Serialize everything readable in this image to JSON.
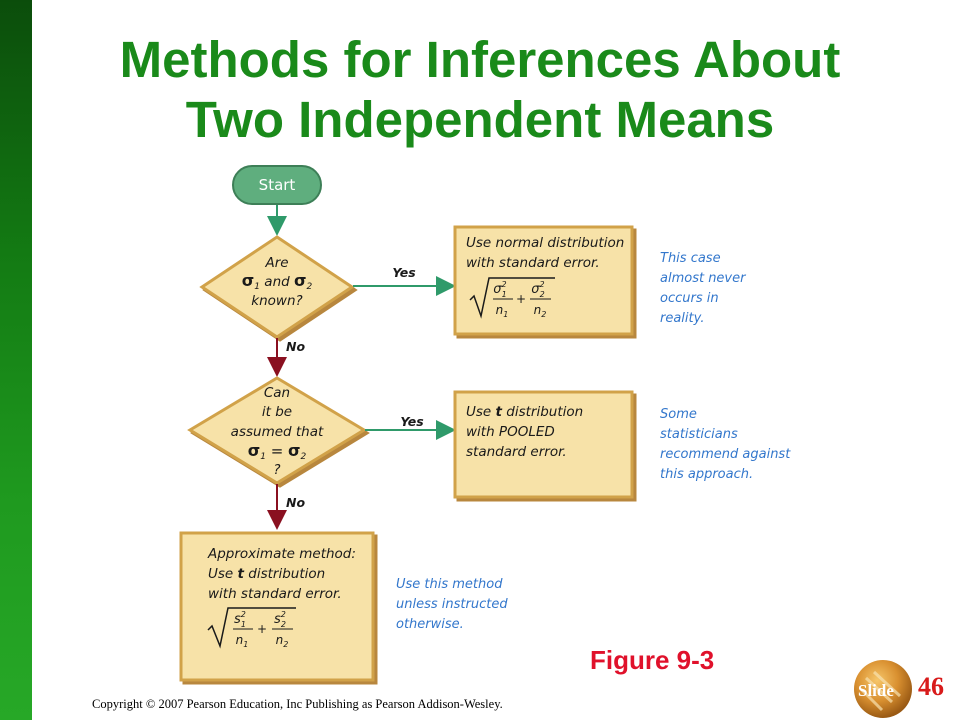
{
  "title": {
    "line1": "Methods for Inferences About",
    "line2": "Two Independent Means"
  },
  "flowchart": {
    "start": "Start",
    "decision1": {
      "line1": "Are",
      "line2_a": "σ",
      "line2_sub_a": "1",
      "line2_mid": " and ",
      "line2_b": "σ",
      "line2_sub_b": "2",
      "line3": "known?"
    },
    "decision2": {
      "line1": "Can",
      "line2": "it be",
      "line3": "assumed that",
      "line4_a": "σ",
      "line4_sub_a": "1",
      "line4_eq": " = ",
      "line4_b": "σ",
      "line4_sub_b": "2",
      "line5": "?"
    },
    "yes_label": "Yes",
    "no_label": "No",
    "box1": {
      "line1": "Use normal distribution",
      "line2": "with standard error.",
      "formula": {
        "num1": "σ",
        "sup1": "2",
        "sub1": "1",
        "den1": "n",
        "dsub1": "1",
        "plus": "+",
        "num2": "σ",
        "sup2": "2",
        "sub2": "2",
        "den2": "n",
        "dsub2": "2"
      }
    },
    "box2": {
      "line1_a": "Use ",
      "line1_t": "t",
      "line1_b": " distribution",
      "line2": "with POOLED",
      "line3": "standard error."
    },
    "box3": {
      "line1": "Approximate method:",
      "line2_a": "Use ",
      "line2_t": "t",
      "line2_b": " distribution",
      "line3": "with standard error.",
      "formula": {
        "num1": "s",
        "sup1": "2",
        "sub1": "1",
        "den1": "n",
        "dsub1": "1",
        "plus": "+",
        "num2": "s",
        "sup2": "2",
        "sub2": "2",
        "den2": "n",
        "dsub2": "2"
      }
    },
    "note1": [
      "This case",
      "almost never",
      "occurs in",
      "reality."
    ],
    "note2": [
      "Some",
      "statisticians",
      "recommend against",
      "this approach."
    ],
    "note3": [
      "Use this method",
      "unless instructed",
      "otherwise."
    ]
  },
  "figure_label": "Figure 9-3",
  "footer": {
    "copyright": "Copyright © 2007 Pearson Education, Inc Publishing as Pearson Addison-Wesley.",
    "slide_word": "Slide",
    "slide_number": "46"
  },
  "colors": {
    "title": "#1a8a1a",
    "box_fill": "#f7e2a8",
    "box_border": "#d1a24a",
    "start_fill": "#5fae7e",
    "arrow_yes": "#2f9a6a",
    "arrow_no": "#8a1020",
    "note_text": "#3377cc",
    "figure_label": "#e0112b"
  }
}
